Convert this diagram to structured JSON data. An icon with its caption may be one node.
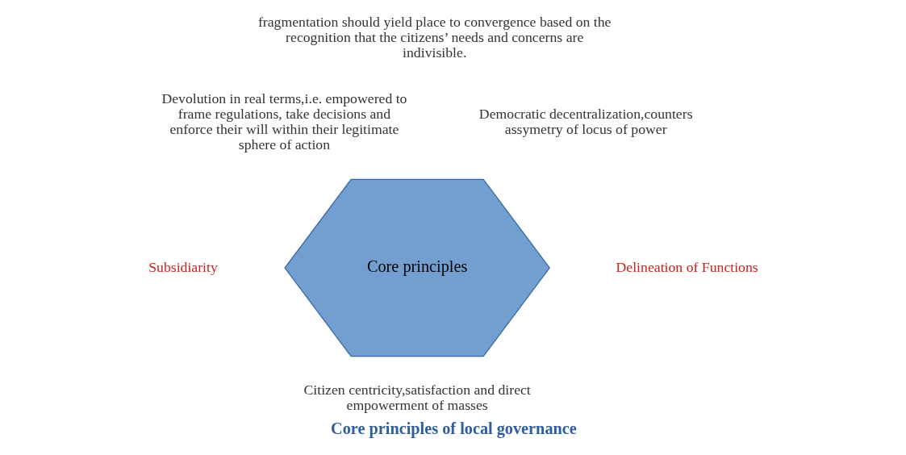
{
  "diagram": {
    "title": "Core principles of local governance",
    "nodes": [
      {
        "text": [
          "Core principles"
        ]
      }
    ],
    "edges": [],
    "labels": [
      "fragmentation should yield place to convergence based on the recognition that the citizens’ needs and concerns are indivisible.",
      "Devolution in real terms,i.e. empowered to frame regulations, take decisions and enforce their will within their legitimate sphere of action",
      "Democratic decentralization,counters assymetry of locus of power",
      "Subsidiarity",
      "Delineation of Functions",
      "Citizen centricity,satisfaction and direct empowerment of masses"
    ]
  }
}
